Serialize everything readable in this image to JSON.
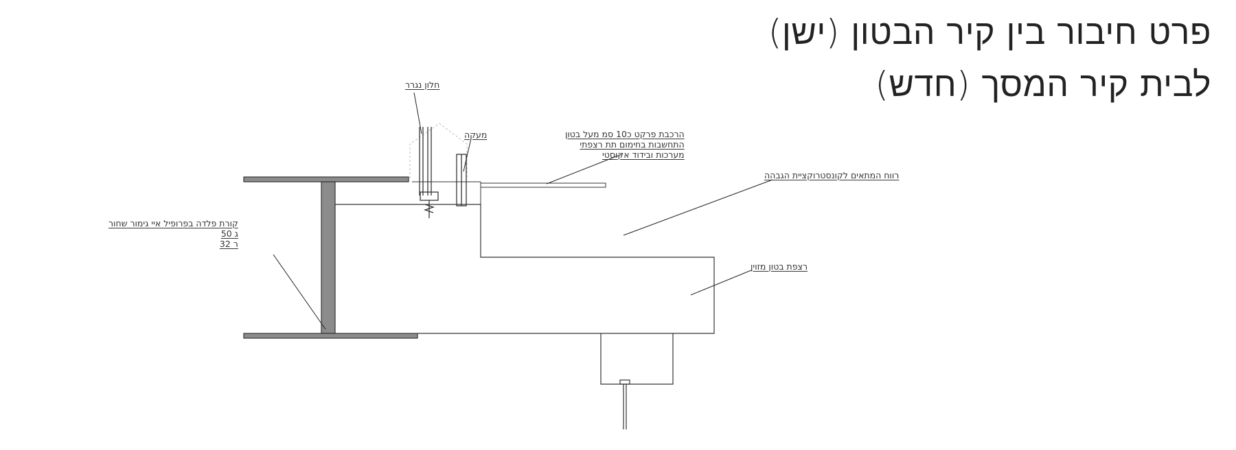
{
  "title": {
    "line1": "פרט חיבור בין קיר הבטון (ישן)",
    "line2": "לבית קיר המסך (חדש)"
  },
  "labels": {
    "sliding_window": "חלון נגרר",
    "railing": "מעקה",
    "parquet": {
      "line1": "הרכבת פרקט כ10 סמ מעל בטון",
      "line2": "התחשבות בחימום תת רצפתי",
      "line3": "מערכות ובידוד אקוסטי"
    },
    "gap": "רווח המתאים לקונסטרוקציית הגבהה",
    "beam": {
      "line1": "קורת פלדה בפרופיל איי גימור שחור",
      "line2": "ג 50",
      "line3": "ר 32"
    },
    "slab": "רצפת בטון מזוין"
  },
  "colors": {
    "steel": "#8c8c8c",
    "line": "#333333",
    "leader": "#222222"
  }
}
